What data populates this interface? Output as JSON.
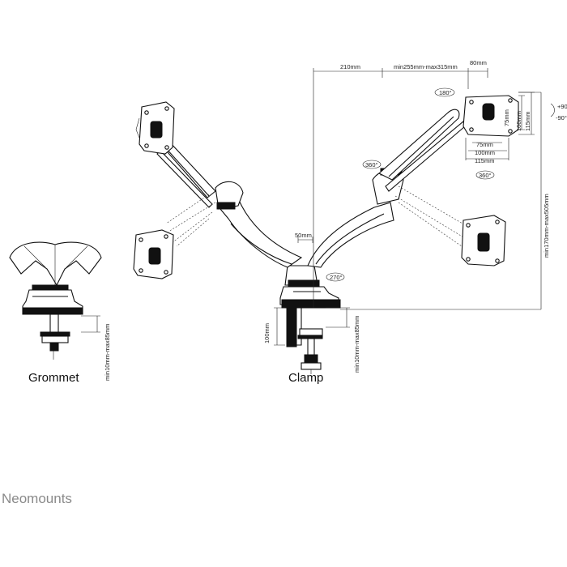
{
  "dimensions": {
    "d210": "210mm",
    "reach": "min255mm-max315mm",
    "d80": "80mm",
    "rot180": "180°",
    "tilt_up": "+90°",
    "tilt_down": "-90°",
    "v75": "75mm",
    "v100": "100mm",
    "v115": "115mm",
    "h75": "75mm",
    "h100": "100mm",
    "h115": "115mm",
    "swivel_arm": "360°",
    "swivel_head": "360°",
    "height": "min170mm-max505mm",
    "pole_gap": "50mm",
    "base_rot": "270°",
    "clamp_depth": "100mm",
    "clamp_thickness": "min10mm-max85mm",
    "grommet_thickness": "min10mm-max85mm"
  },
  "captions": {
    "grommet": "Grommet",
    "clamp": "Clamp"
  },
  "brand": "Neomounts"
}
